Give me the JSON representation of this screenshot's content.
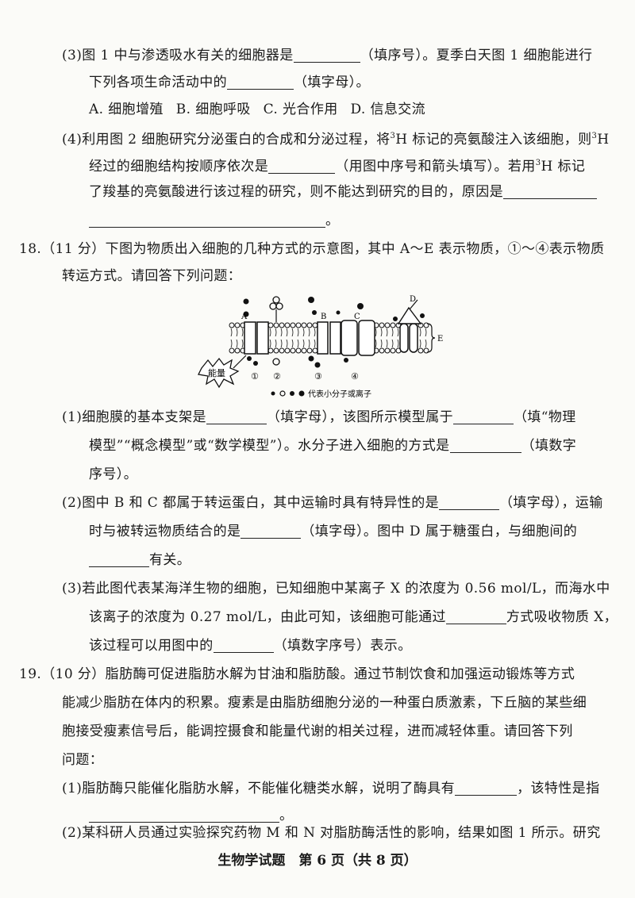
{
  "q17": {
    "p3_line1_a": "(3)图 1 中与渗透吸水有关的细胞器是",
    "p3_line1_b": "（填序号）。夏季白天图 1 细胞能进行",
    "p3_line2_a": "下列各项生命活动中的",
    "p3_line2_b": "（填字母）。",
    "choices": [
      "A. 细胞增殖",
      "B. 细胞呼吸",
      "C. 光合作用",
      "D. 信息交流"
    ],
    "p4_line1_a": "(4)利用图 2 细胞研究分泌蛋白的合成和分泌过程，将",
    "p4_sup": "3",
    "p4_line1_b": "H 标记的亮氨酸注入该细胞，则",
    "p4_line1_c": "H",
    "p4_line2_a": "经过的细胞结构按顺序依次是",
    "p4_line2_b": "（用图中序号和箭头填写）。若用",
    "p4_line2_c": "H 标记",
    "p4_line3": "了羧基的亮氨酸进行该过程的研究，则不能达到研究的目的，原因是",
    "p4_line4_end": "。"
  },
  "q18": {
    "stem_line1": "18.（11 分）下图为物质出入细胞的几种方式的示意图，其中 A～E 表示物质，①～④表示物质",
    "stem_line2": "转运方式。请回答下列问题：",
    "diagram": {
      "labels": {
        "A": "A",
        "B": "B",
        "C": "C",
        "D": "D",
        "E": "E"
      },
      "energy": "能量",
      "ways": [
        "①",
        "②",
        "③",
        "④"
      ],
      "legend": "代表小分子或离子"
    },
    "p1_line1_a": "(1)细胞膜的基本支架是",
    "p1_line1_b": "（填字母），该图所示模型属于",
    "p1_line1_c": "（填“物理",
    "p1_line2_a": "模型”“概念模型”或“数学模型”）。水分子进入细胞的方式是",
    "p1_line2_b": "（填数字",
    "p1_line3": "序号）。",
    "p2_line1_a": "(2)图中 B 和 C 都属于转运蛋白，其中运输时具有特异性的是",
    "p2_line1_b": "（填字母），运输",
    "p2_line2_a": "时与被转运物质结合的是",
    "p2_line2_b": "（填字母）。图中 D 属于糖蛋白，与细胞间的",
    "p2_line3": "有关。",
    "p3_line1": "(3)若此图代表某海洋生物的细胞，已知细胞中某离子 X 的浓度为 0.56 mol/L，而海水中",
    "p3_line2_a": "该离子的浓度为 0.27 mol/L，由此可知，该细胞可能通过",
    "p3_line2_b": "方式吸收物质 X，",
    "p3_line3_a": "该过程可以用图中的",
    "p3_line3_b": "（填数字序号）表示。"
  },
  "q19": {
    "stem_line1": "19.（10 分）脂肪酶可促进脂肪水解为甘油和脂肪酸。通过节制饮食和加强运动锻炼等方式",
    "stem_line2": "能减少脂肪在体内的积累。瘦素是由脂肪细胞分泌的一种蛋白质激素，下丘脑的某些细",
    "stem_line3": "胞接受瘦素信号后，能调控摄食和能量代谢的相关过程，进而减轻体重。请回答下列",
    "stem_line4": "问题：",
    "p1_line1_a": "(1)脂肪酶只能催化脂肪水解，不能催化糖类水解，说明了酶具有",
    "p1_line1_b": "，该特性是指",
    "p1_line2_end": "。",
    "p2_line1": "(2)某科研人员通过实验探究药物 M 和 N 对脂肪酶活性的影响，结果如图 1 所示。研究"
  },
  "footer": "生物学试题　第 6 页（共 8 页）"
}
